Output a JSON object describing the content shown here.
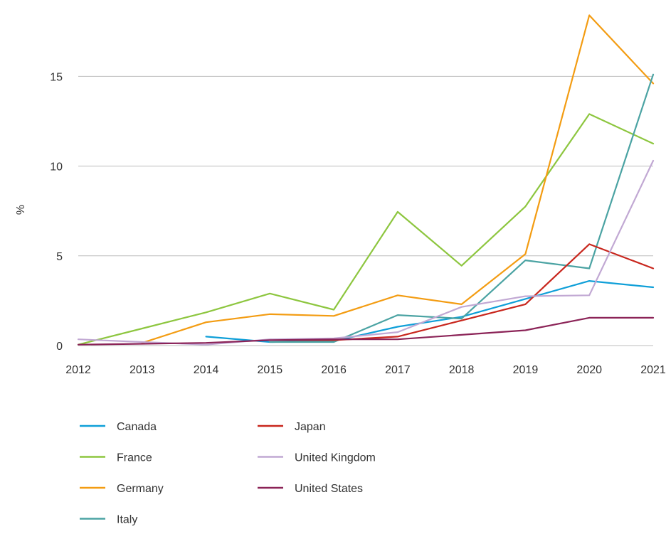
{
  "chart_data": {
    "type": "line",
    "title": "",
    "xlabel": "",
    "ylabel": "%",
    "x": [
      "2012",
      "2013",
      "2014",
      "2015",
      "2016",
      "2017",
      "2018",
      "2019",
      "2020",
      "2021"
    ],
    "y_ticks": [
      "0",
      "5",
      "10",
      "15"
    ],
    "ylim": [
      0,
      18.5
    ],
    "grid": true,
    "legend_placement": "bottom",
    "series": [
      {
        "name": "Canada",
        "color": "#0f9fd8",
        "values": [
          null,
          null,
          0.5,
          0.2,
          0.25,
          1.05,
          1.6,
          2.6,
          3.6,
          3.25
        ]
      },
      {
        "name": "France",
        "color": "#8dc63f",
        "values": [
          0.05,
          0.95,
          1.85,
          2.9,
          2.0,
          7.45,
          4.45,
          7.75,
          12.9,
          11.25
        ]
      },
      {
        "name": "Germany",
        "color": "#f39c12",
        "values": [
          null,
          0.15,
          1.3,
          1.75,
          1.65,
          2.8,
          2.3,
          5.1,
          18.4,
          14.6
        ]
      },
      {
        "name": "Italy",
        "color": "#4ba3a3",
        "values": [
          null,
          null,
          null,
          0.2,
          0.2,
          1.7,
          1.5,
          4.75,
          4.3,
          15.1
        ]
      },
      {
        "name": "Japan",
        "color": "#c8261d",
        "values": [
          null,
          null,
          null,
          0.3,
          0.3,
          0.5,
          1.4,
          2.3,
          5.65,
          4.3
        ]
      },
      {
        "name": "United Kingdom",
        "color": "#c1a8d3",
        "values": [
          0.35,
          0.2,
          0.05,
          0.35,
          0.4,
          0.75,
          2.15,
          2.75,
          2.8,
          10.3
        ]
      },
      {
        "name": "United States",
        "color": "#8b2357",
        "values": [
          0.05,
          0.1,
          0.15,
          0.3,
          0.35,
          0.35,
          0.6,
          0.85,
          1.55,
          1.55
        ]
      }
    ]
  }
}
